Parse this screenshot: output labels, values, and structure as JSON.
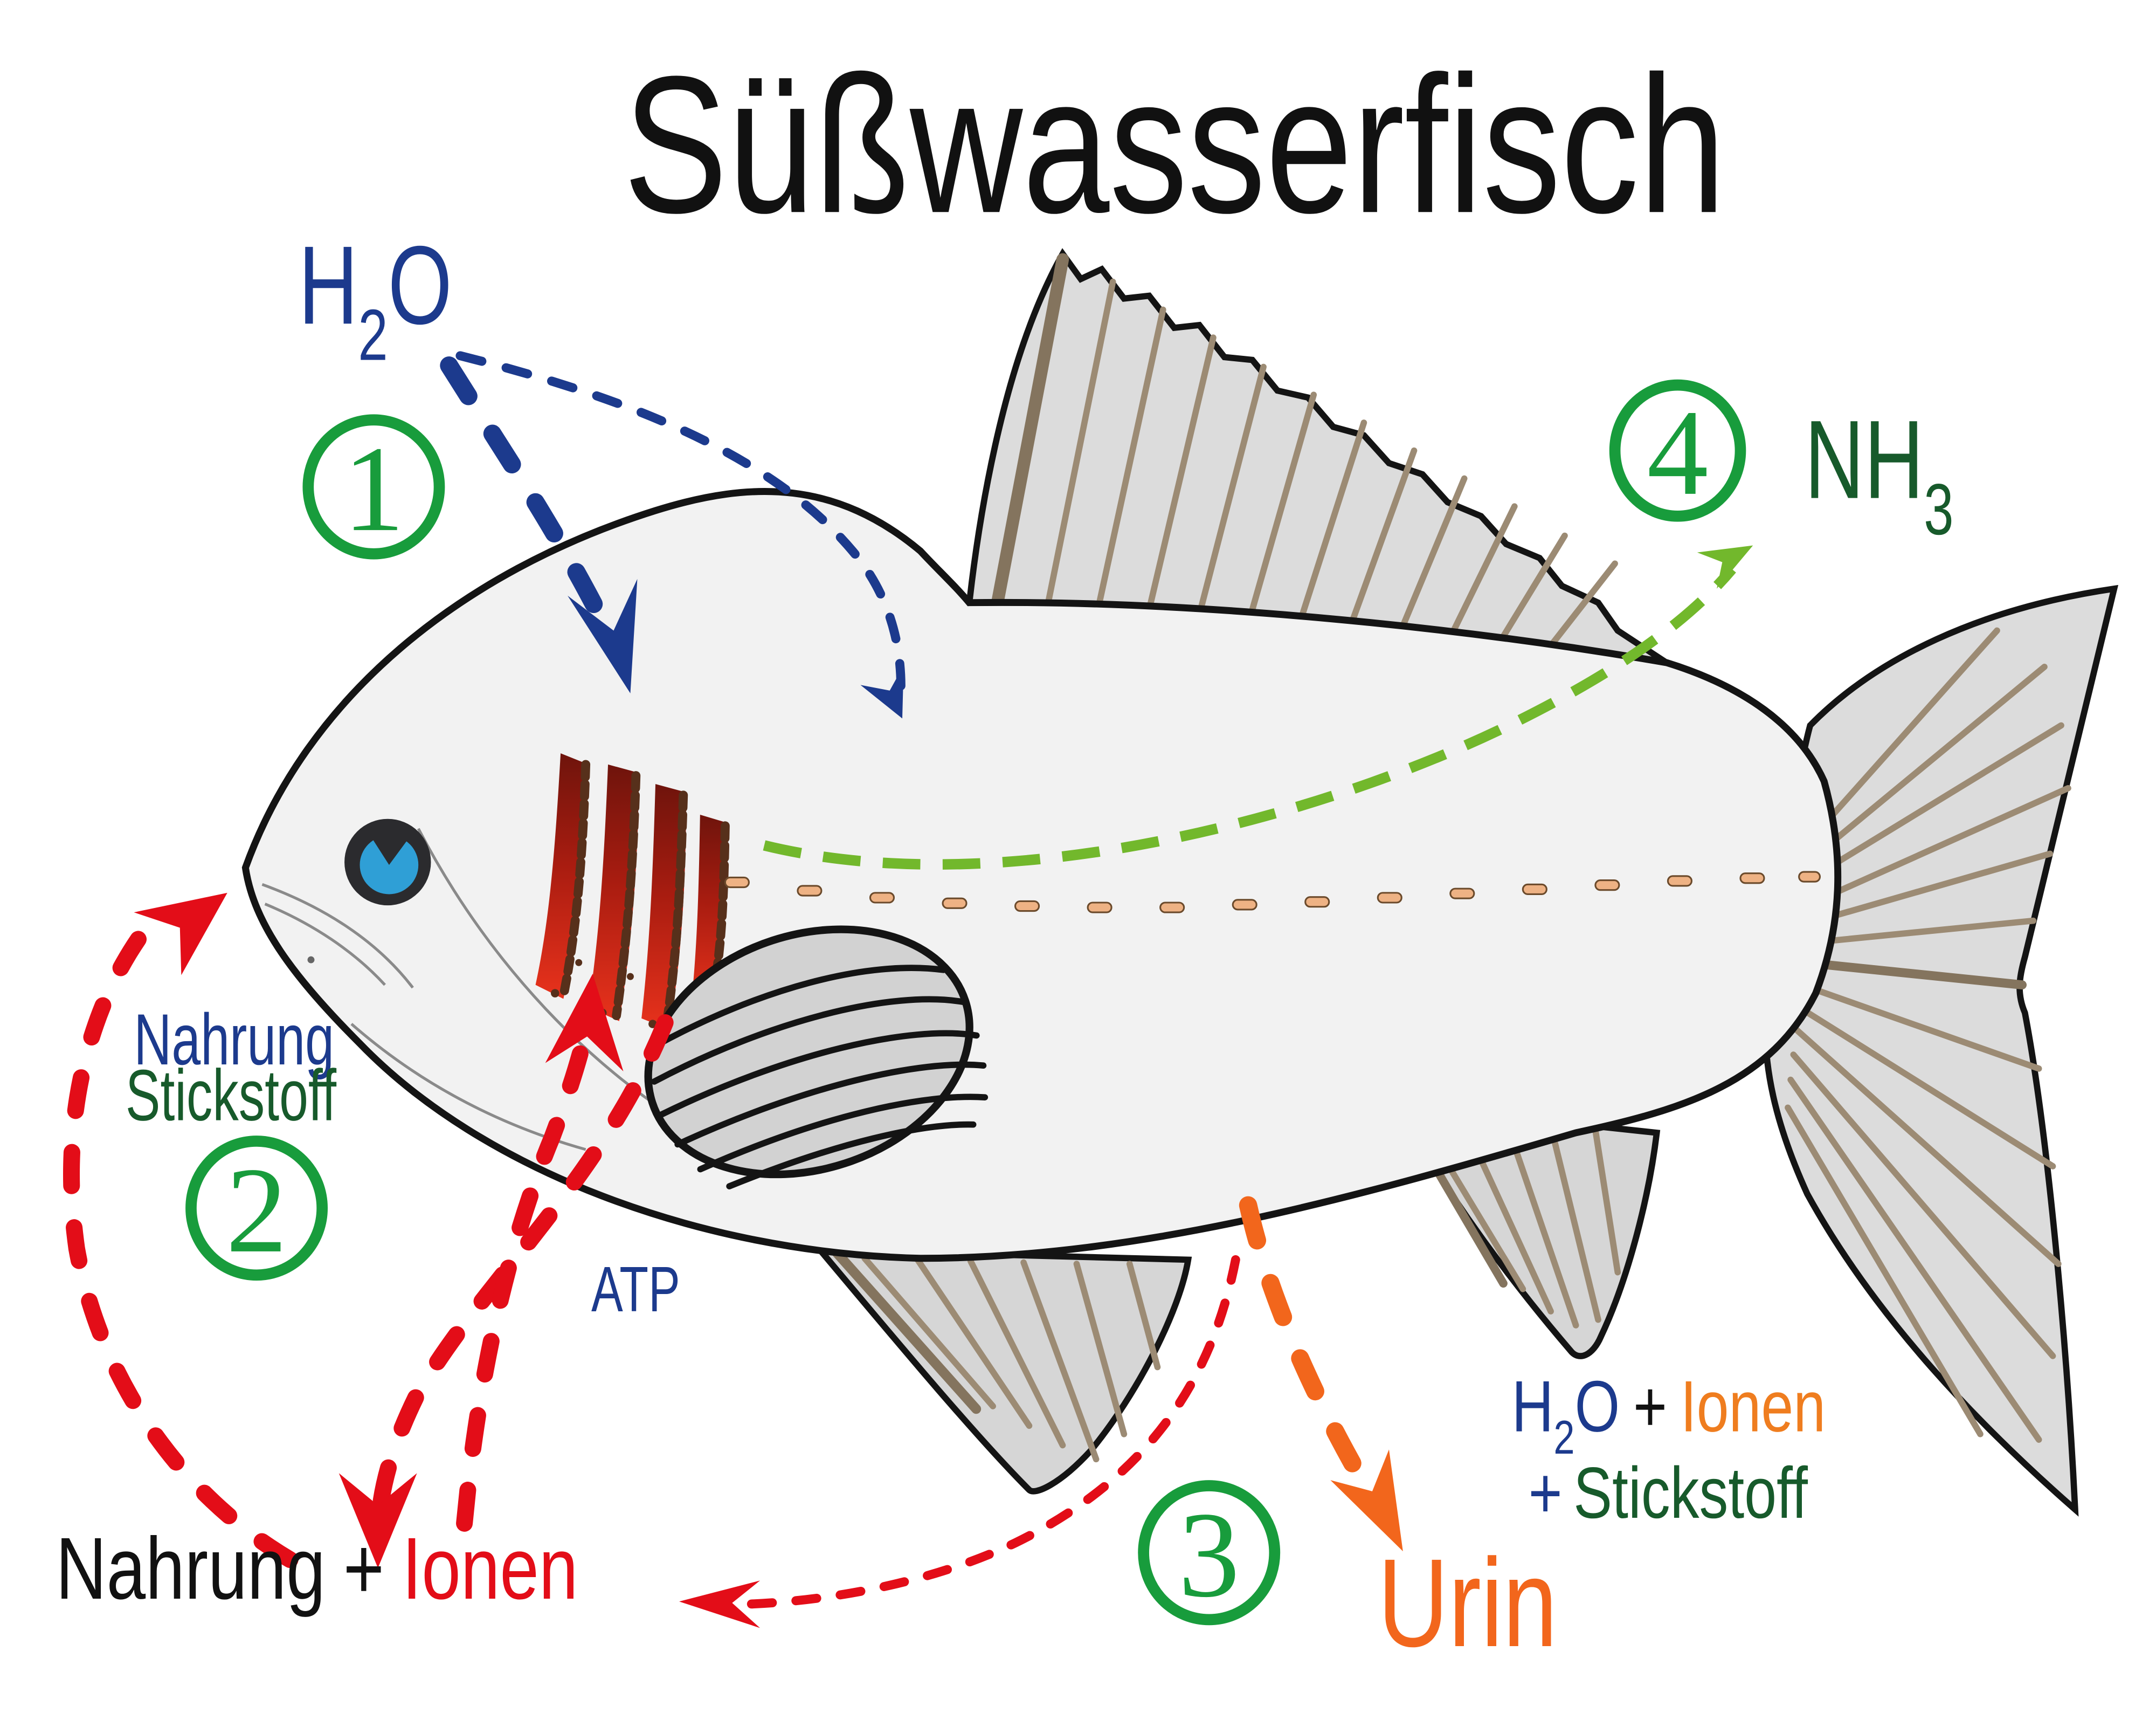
{
  "title": "Süßwasserfisch",
  "labels": {
    "h2o_in": {
      "h": "H",
      "sub": "2",
      "o": "O"
    },
    "nh3": {
      "base": "NH",
      "sub": "3"
    },
    "nahrung_blue": "Nahrung",
    "stickstoff_green": "Stickstoff",
    "atp": "ATP",
    "food_ions": {
      "nahrung": "Nahrung",
      "plus": "+",
      "ionen": "Ionen"
    },
    "excretion": {
      "h": "H",
      "sub": "2",
      "o": "O",
      "plus1": "+",
      "ionen": "Ionen",
      "plus2": "+",
      "stickstoff": "Stickstoff"
    },
    "urin": "Urin"
  },
  "steps": {
    "one": "1",
    "two": "2",
    "three": "3",
    "four": "4"
  },
  "colors": {
    "navy": "#1c3a8d",
    "dark_green": "#175a2b",
    "circle_green": "#189c3c",
    "light_green": "#72b82c",
    "red": "#e30d18",
    "ionen_orange": "#ef7d1f",
    "urin_orange": "#f2661c",
    "black": "#111111",
    "body_fill": "#f2f2f2",
    "fin_fill": "#dcdcdc",
    "ray_brown": "#9c8b74",
    "gill_red": "#e8321c",
    "eye_blue": "#2f9fd6",
    "lateral_tan": "#eeb284"
  }
}
